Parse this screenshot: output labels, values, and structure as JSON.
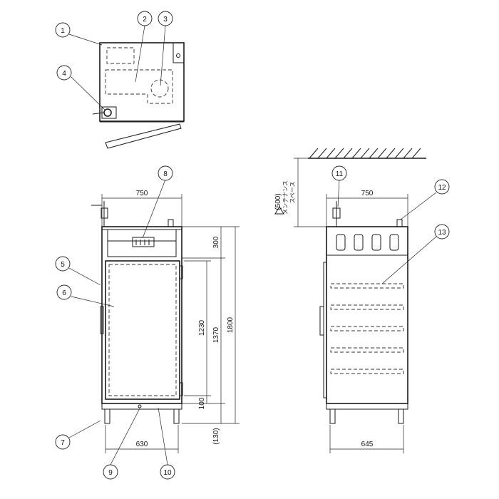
{
  "callouts": [
    "1",
    "2",
    "3",
    "4",
    "5",
    "6",
    "7",
    "8",
    "9",
    "10",
    "11",
    "12",
    "13"
  ],
  "dimensions": {
    "width_front": "750",
    "width_side": "750",
    "top_section": "300",
    "door_inner": "1230",
    "door_outer": "1370",
    "total_height": "1800",
    "base_inner": "100",
    "leg_height": "(130)",
    "base_width_front": "630",
    "base_width_side": "645"
  },
  "maintenance": {
    "clearance": "(500)",
    "label_line1": "メンテナンス",
    "label_line2": "スペース"
  },
  "colors": {
    "line": "#1a1a1a",
    "background": "#ffffff"
  }
}
